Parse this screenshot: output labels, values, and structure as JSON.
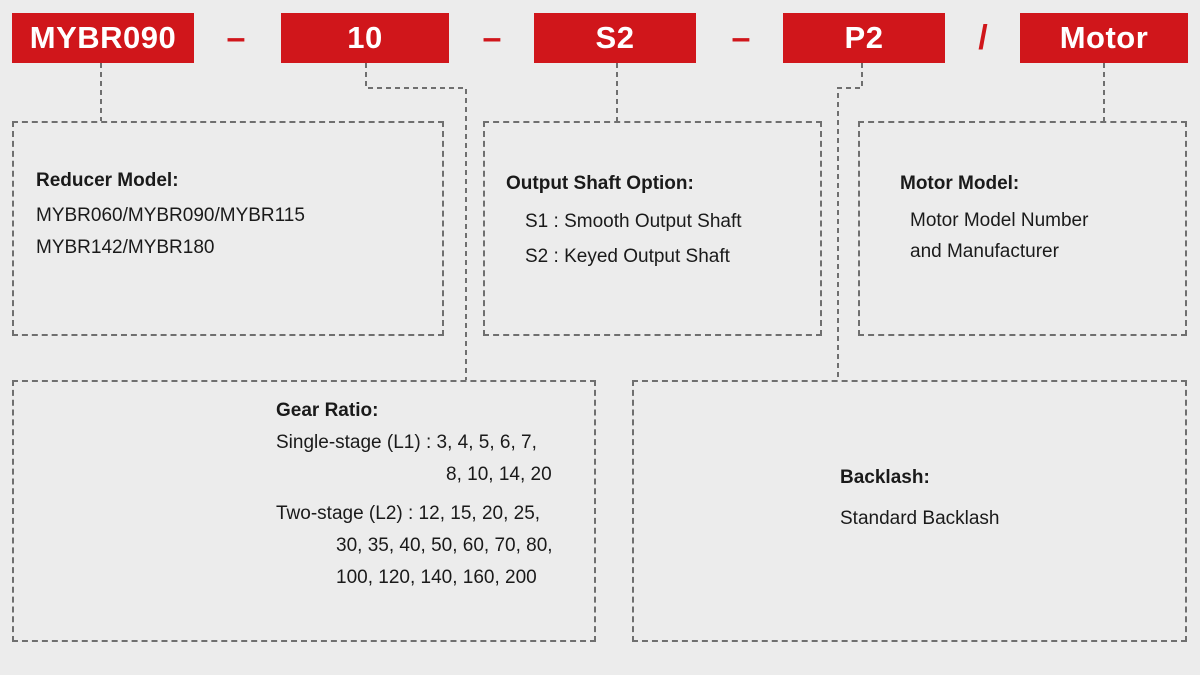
{
  "code": {
    "reducer": "MYBR090",
    "ratio": "10",
    "shaft": "S2",
    "backlash": "P2",
    "motor": "Motor",
    "sep1": "–",
    "sep2": "–",
    "sep3": "–",
    "sep4": "/"
  },
  "reducer_panel": {
    "title": "Reducer Model:",
    "lines": [
      "MYBR060/MYBR090/MYBR115",
      "MYBR142/MYBR180"
    ]
  },
  "shaft_panel": {
    "title": "Output Shaft Option:",
    "lines": [
      "S1 : Smooth Output Shaft",
      "S2 : Keyed Output Shaft"
    ]
  },
  "motor_panel": {
    "title": "Motor Model:",
    "lines": [
      "Motor Model Number",
      "and Manufacturer"
    ]
  },
  "ratio_panel": {
    "title": "Gear Ratio:",
    "single_label": "Single-stage (L1) : 3, 4, 5, 6, 7,",
    "single_cont": "8, 10, 14, 20",
    "two_label": "Two-stage  (L2) : 12, 15, 20, 25,",
    "two_cont1": "30, 35, 40, 50, 60, 70, 80,",
    "two_cont2": "100, 120, 140, 160, 200"
  },
  "backlash_panel": {
    "title": "Backlash:",
    "lines": [
      "Standard Backlash"
    ]
  },
  "colors": {
    "accent": "#d0161b",
    "background": "#ececec",
    "border": "#6f6f6f"
  }
}
